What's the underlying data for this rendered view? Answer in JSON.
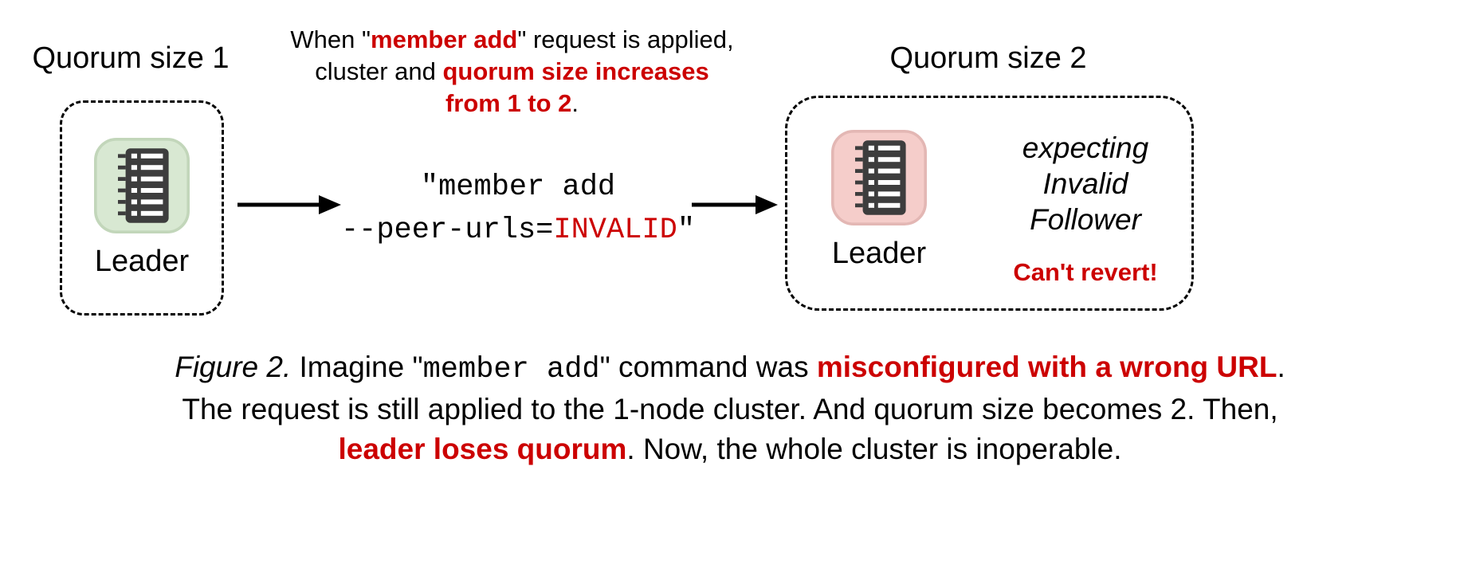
{
  "colors": {
    "red": "#cc0000",
    "icon_dark": "#3d3d3d",
    "green_node_bg": "#d8e8d2",
    "pink_node_bg": "#f5cdca"
  },
  "left_cluster": {
    "title": "Quorum size 1",
    "node_label": "Leader"
  },
  "annotation": {
    "l1a": "When \"",
    "l1b": "member add",
    "l1c": "\" request is applied,",
    "l2a": "cluster and ",
    "l2b": "quorum size increases",
    "l3a": "from 1 to 2",
    "l3b": "."
  },
  "command": {
    "line1": "\"member add",
    "l2a": "--peer-urls=",
    "l2b": "INVALID",
    "l2c": "\""
  },
  "right_cluster": {
    "title": "Quorum size 2",
    "node_label": "Leader",
    "expecting": [
      "expecting",
      "Invalid",
      "Follower"
    ],
    "warning": "Can't revert!"
  },
  "caption": {
    "figure": "Figure 2.",
    "s1": " Imagine \"",
    "mono": "member add",
    "s2": "\" command was ",
    "r1": "misconfigured with a wrong URL",
    "s3": ".",
    "line2": "The request is still applied to the 1-node cluster. And quorum size becomes 2. Then,",
    "r2": "leader loses quorum",
    "s4": ". Now, the whole cluster is inoperable."
  }
}
